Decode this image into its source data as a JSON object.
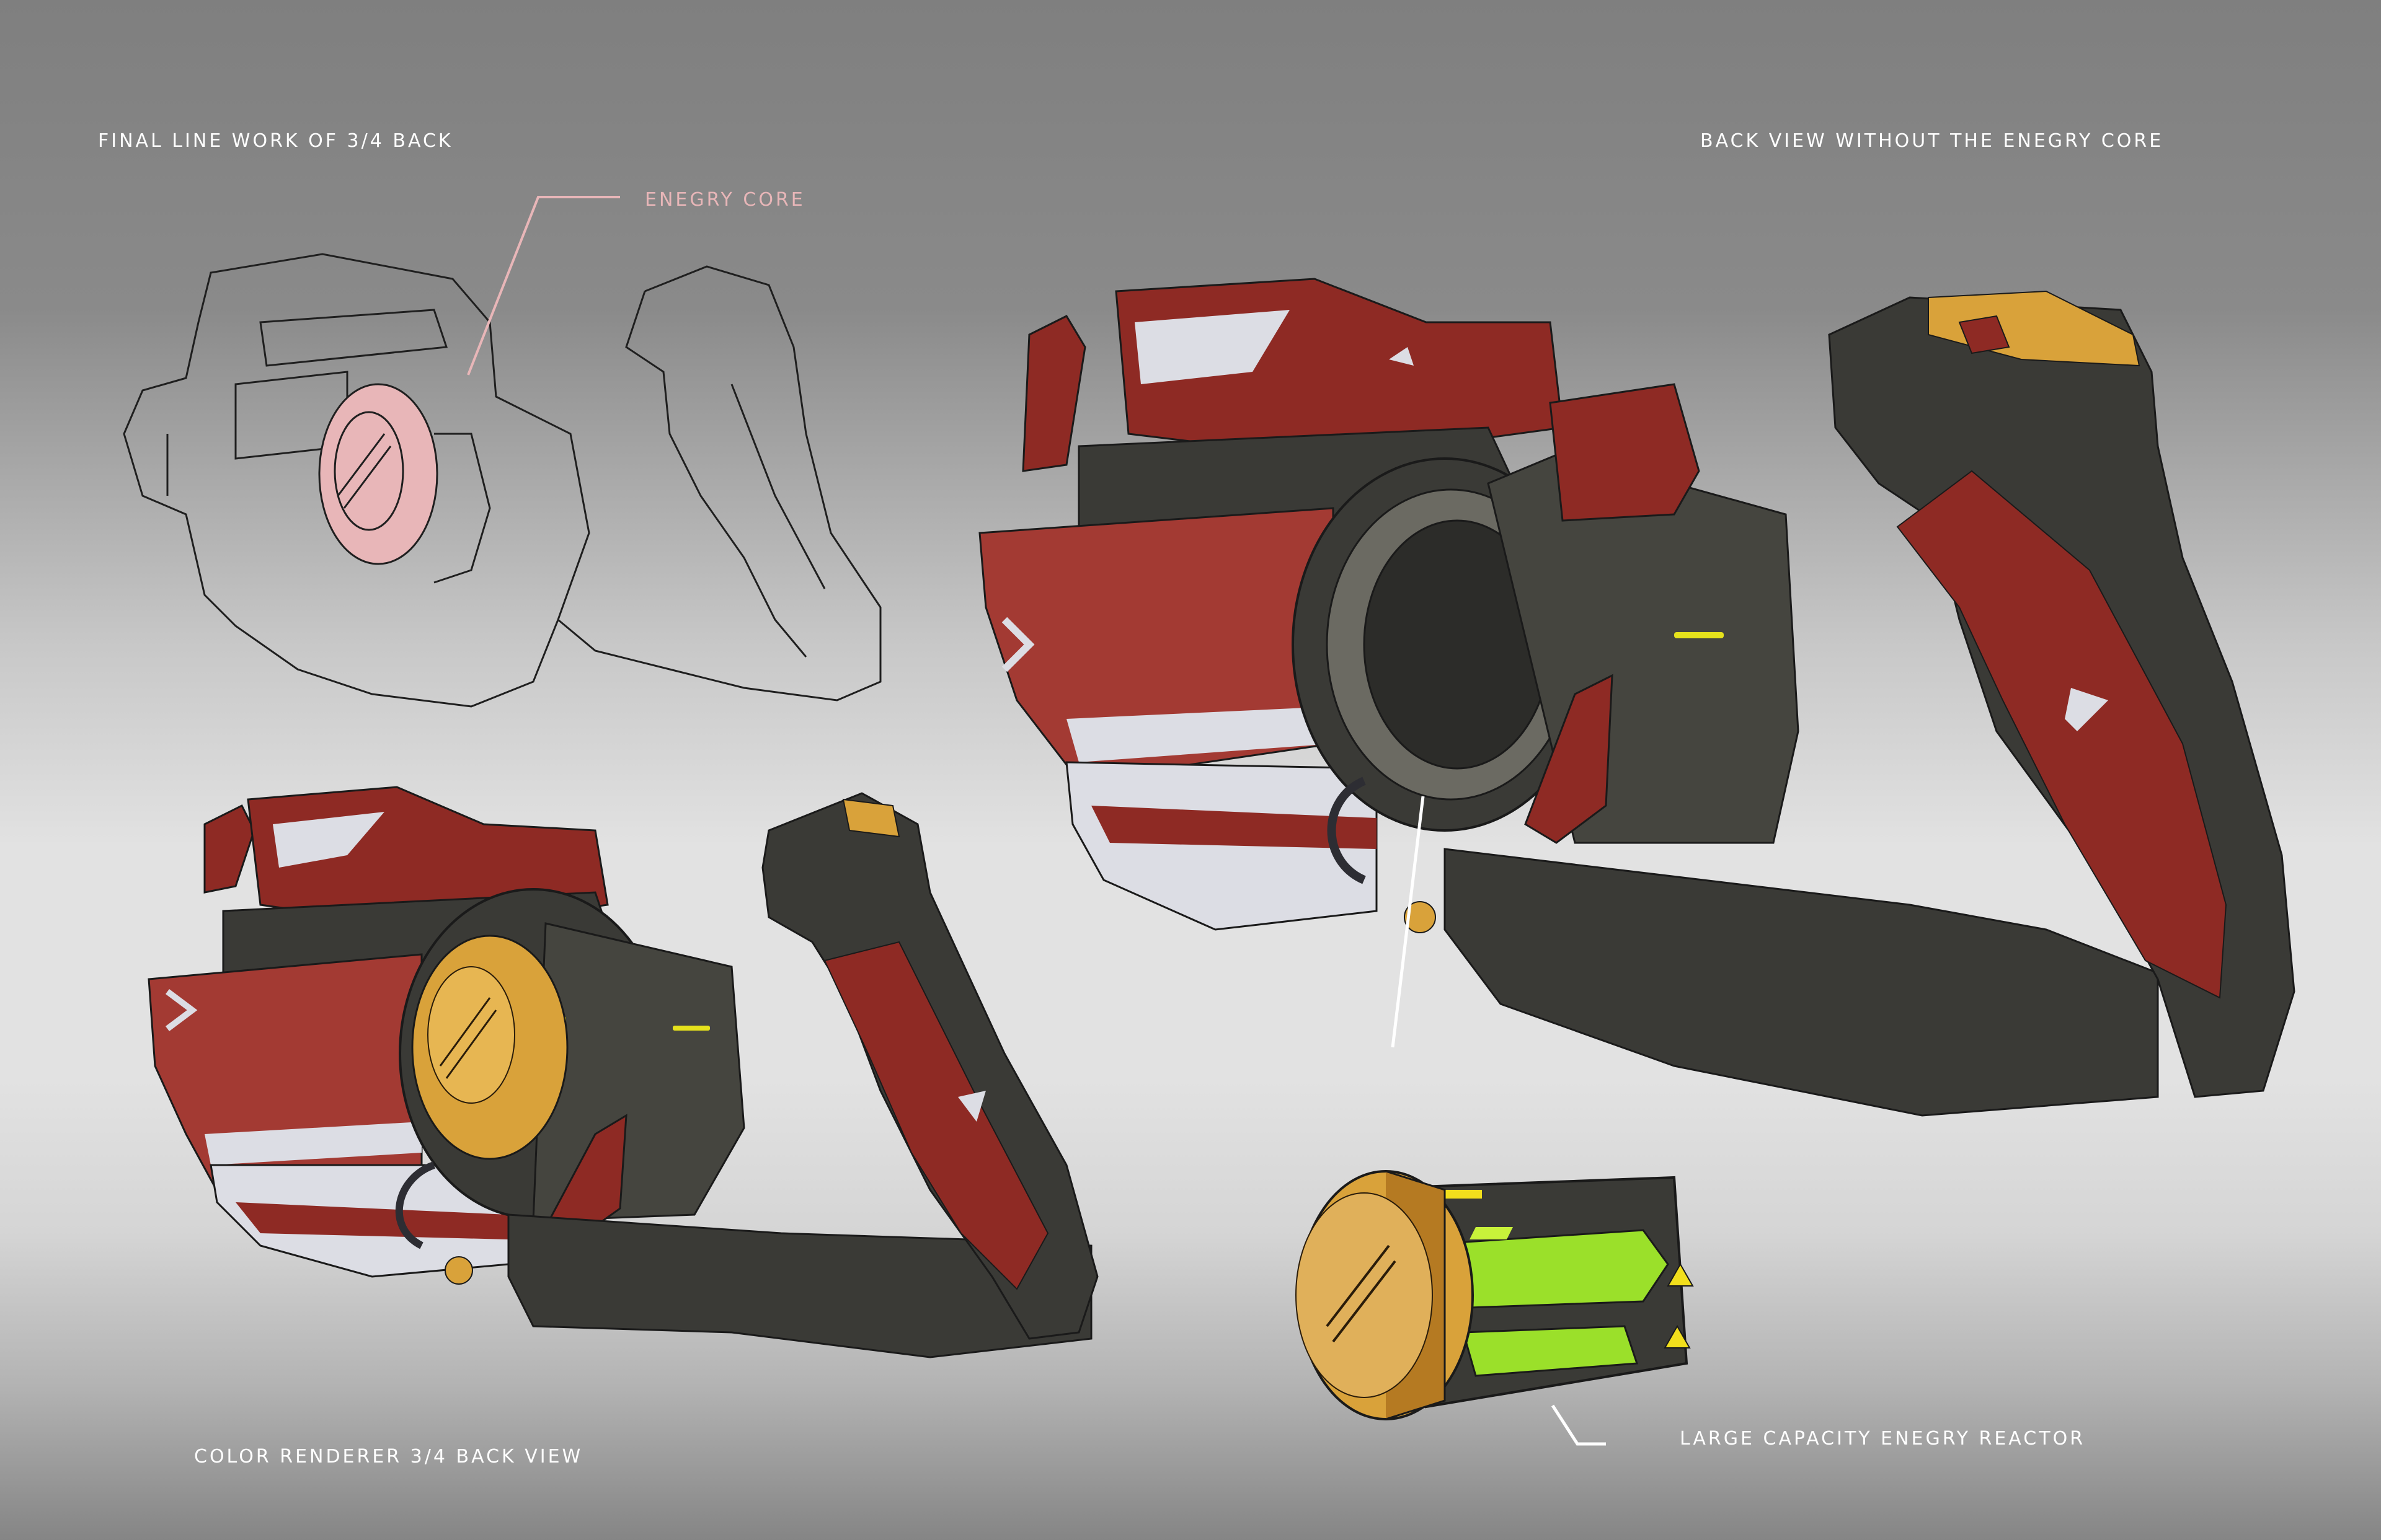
{
  "sheet": {
    "labels": {
      "line_work": "FINAL LINE WORK OF 3/4 BACK",
      "energy_core": "ENEGRY CORE",
      "back_view": "BACK VIEW WITHOUT THE ENEGRY CORE",
      "color_render": "COLOR RENDERER 3/4 BACK VIEW",
      "reactor": "LARGE CAPACITY ENEGRY REACTOR"
    },
    "colors": {
      "bg_top": "#7f7f7f",
      "bg_mid": "#e2e2e2",
      "bg_bottom": "#858585",
      "callout_pink": "#e8b6b8",
      "body_red": "#8e2a24",
      "stripe_white": "#dcdde4",
      "metal_dark": "#3a3a36",
      "gold": "#d9a23a",
      "energy_green": "#9be02a"
    }
  }
}
